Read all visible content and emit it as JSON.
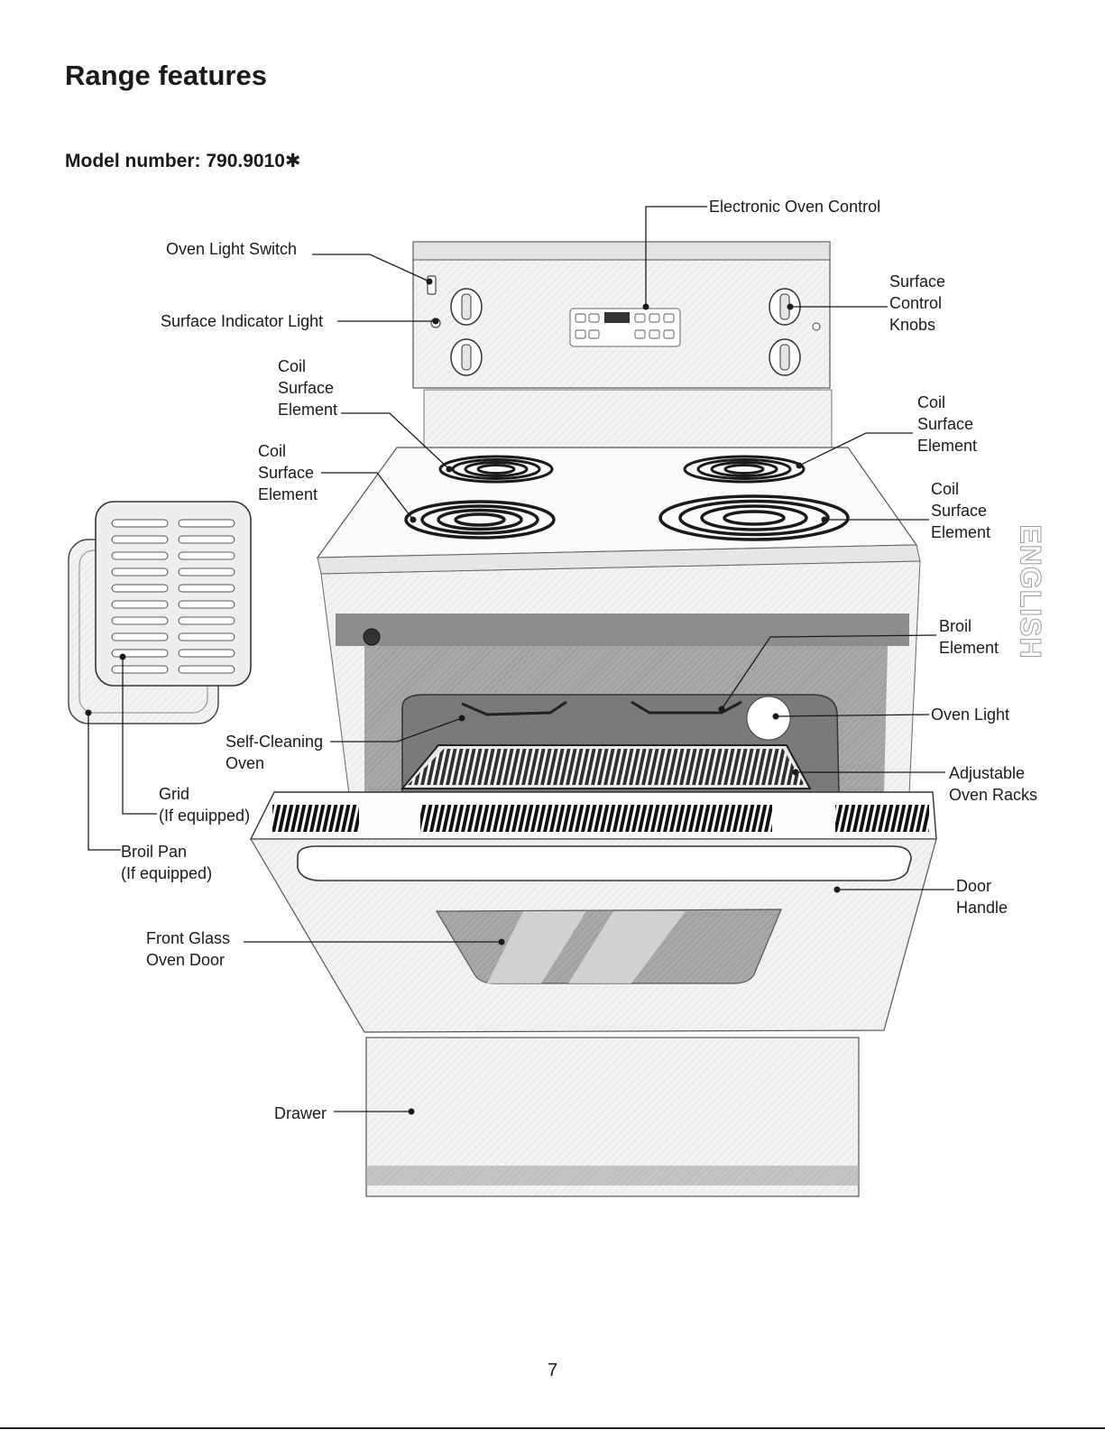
{
  "page": {
    "title": "Range features",
    "model_number": "Model number: 790.9010✱",
    "side_tab": "ENGLISH",
    "page_number": "7"
  },
  "labels": {
    "electronic_oven_control": "Electronic Oven Control",
    "oven_light_switch": "Oven Light Switch",
    "surface_indicator_light": "Surface Indicator Light",
    "surface_control_knobs": "Surface\nControl\nKnobs",
    "coil_element_back_left": "Coil\nSurface\nElement",
    "coil_element_front_left": "Coil\nSurface\nElement",
    "coil_element_back_right": "Coil\nSurface\nElement",
    "coil_element_front_right": "Coil\nSurface\nElement",
    "broil_element": "Broil\nElement",
    "oven_light": "Oven Light",
    "self_cleaning_oven": "Self-Cleaning\nOven",
    "adjustable_oven_racks": "Adjustable\nOven Racks",
    "grid": "Grid\n(If equipped)",
    "broil_pan": "Broil Pan\n(If equipped)",
    "door_handle": "Door\nHandle",
    "front_glass_oven_door": "Front Glass\nOven Door",
    "drawer": "Drawer"
  },
  "colors": {
    "ink": "#1a1a1a",
    "line": "#222222",
    "appliance_fill": "#f4f4f4",
    "appliance_shade": "#d9d9d9",
    "cavity": "#9a9a9a"
  }
}
